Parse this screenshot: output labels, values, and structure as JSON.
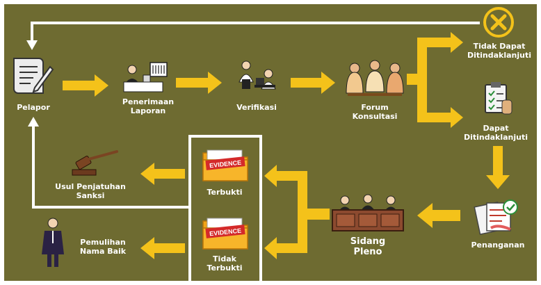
{
  "nodes": {
    "pelapor": "Pelapor",
    "penerimaan": "Penerimaan\nLaporan",
    "verifikasi": "Verifikasi",
    "forum": "Forum\nKonsultasi",
    "tidak_dapat": "Tidak Dapat\nDitindaklanjuti",
    "dapat": "Dapat\nDitindaklanjuti",
    "penanganan": "Penanganan",
    "sidang": "Sidang\nPleno",
    "terbukti": "Terbukti",
    "tidak_terbukti": "Tidak\nTerbukti",
    "usul": "Usul Penjatuhan\nSanksi",
    "pemulihan": "Pemulihan\nNama Baik"
  },
  "folder_label": "EVIDENCE",
  "colors": {
    "background": "#6e6b31",
    "arrow": "#f4c21a",
    "line": "#ffffff",
    "text": "#ffffff"
  }
}
